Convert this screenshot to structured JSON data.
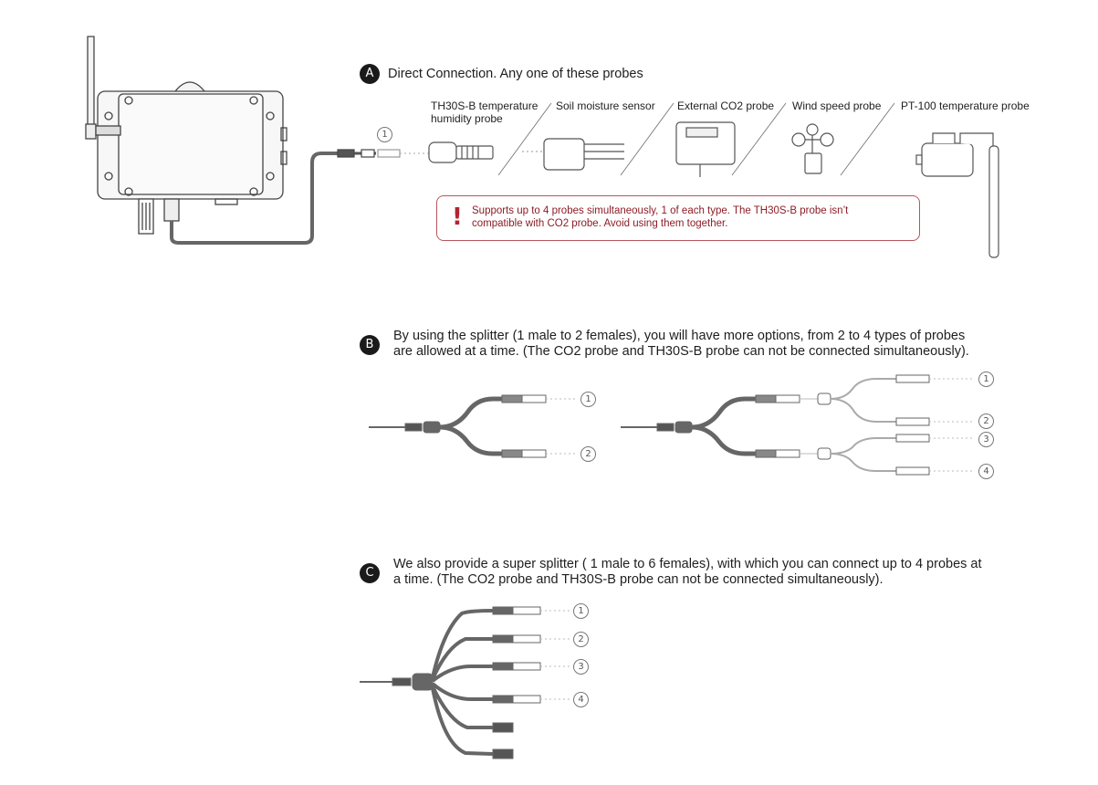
{
  "section_a": {
    "badge": "A",
    "title": "Direct Connection. Any one of these probes",
    "port_number": "1",
    "probes": [
      {
        "label_line1": "TH30S-B temperature",
        "label_line2": "humidity probe"
      },
      {
        "label_line1": "Soil moisture sensor"
      },
      {
        "label_line1": "External CO2 probe"
      },
      {
        "label_line1": "Wind speed probe"
      },
      {
        "label_line1": "PT-100 temperature probe"
      }
    ],
    "warning": {
      "mark": "!",
      "line1": "Supports up to 4 probes simultaneously, 1 of each type. The TH30S-B probe isn’t",
      "line2": "compatible with CO2 probe. Avoid using them together."
    }
  },
  "section_b": {
    "badge": "B",
    "line1": "By using the splitter (1 male to 2 females), you will have more options, from 2 to 4 types of probes",
    "line2": "are allowed at a time. (The CO2 probe and TH30S-B probe can not be connected simultaneously).",
    "splitter1_numbers": [
      "1",
      "2"
    ],
    "splitter2_numbers": [
      "1",
      "2",
      "3",
      "4"
    ]
  },
  "section_c": {
    "badge": "C",
    "line1": "We also provide a super splitter ( 1 male to 6 females), with which you can connect up to 4 probes at",
    "line2": "a time. (The CO2 probe and TH30S-B probe can not be connected simultaneously).",
    "numbers": [
      "1",
      "2",
      "3",
      "4"
    ]
  },
  "colors": {
    "cable": "#666666",
    "outline": "#444444",
    "warning": "#b3262f"
  }
}
